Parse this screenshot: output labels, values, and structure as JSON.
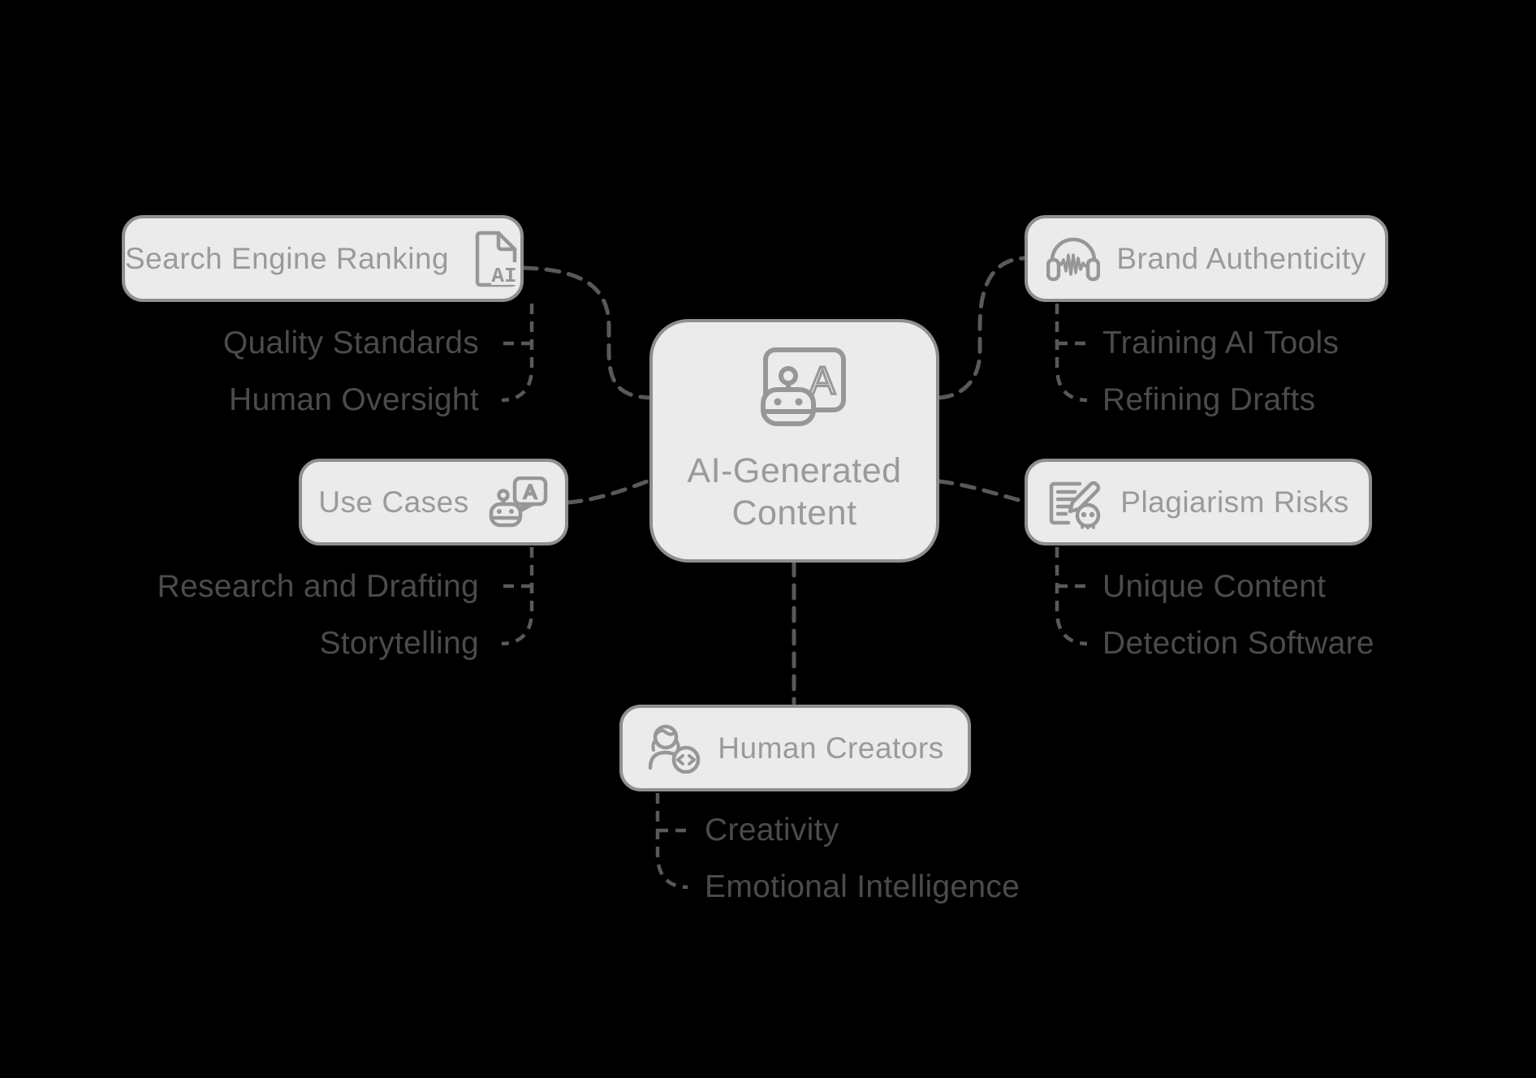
{
  "diagram": {
    "background_color": "#000000",
    "colors": {
      "node_fill": "#ebebeb",
      "node_border": "#8f8f8f",
      "title_text": "#9a9a9a",
      "subtopic_text": "#4b4b4b",
      "connector": "#595959"
    },
    "center": {
      "title": "AI-Generated Content",
      "icon": "robot-presentation-icon"
    },
    "branches": [
      {
        "title": "Search Engine Ranking",
        "icon": "ai-document-icon",
        "children": [
          "Quality Standards",
          "Human Oversight"
        ]
      },
      {
        "title": "Use Cases",
        "icon": "robot-chat-icon",
        "children": [
          "Research and Drafting",
          "Storytelling"
        ]
      },
      {
        "title": "Brand Authenticity",
        "icon": "headphones-waveform-icon",
        "children": [
          "Training AI Tools",
          "Refining Drafts"
        ]
      },
      {
        "title": "Plagiarism Risks",
        "icon": "document-pencil-skull-icon",
        "children": [
          "Unique Content",
          "Detection Software"
        ]
      },
      {
        "title": "Human Creators",
        "icon": "person-code-icon",
        "children": [
          "Creativity",
          "Emotional Intelligence"
        ]
      }
    ]
  }
}
